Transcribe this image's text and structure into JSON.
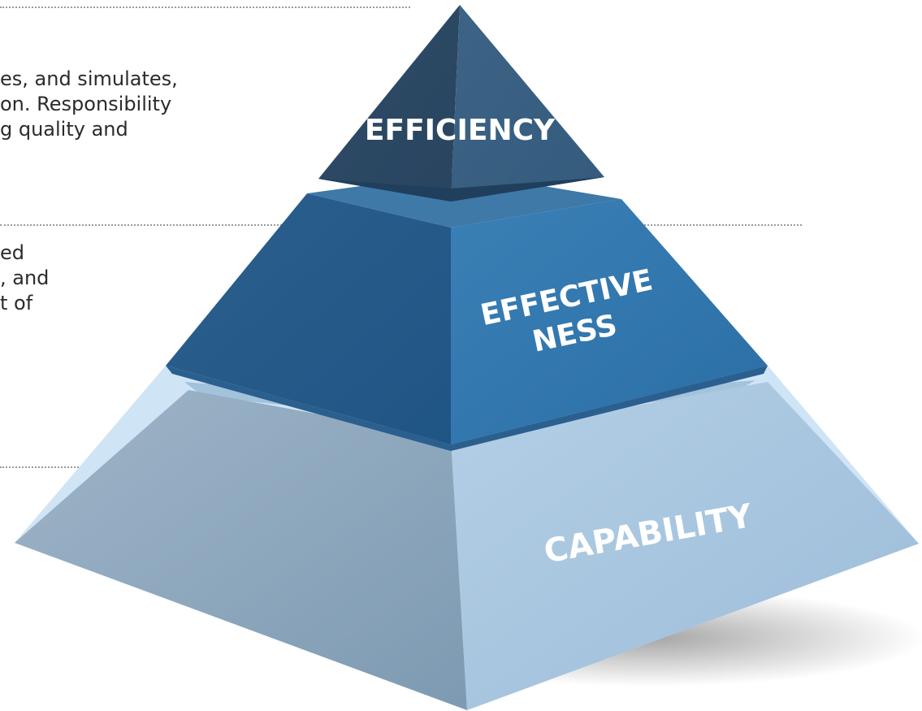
{
  "text_blocks": [
    {
      "lines": [
        "es, and simulates,",
        "on. Responsibility",
        "g quality and"
      ]
    },
    {
      "lines": [
        "ed",
        ", and",
        "t of"
      ]
    }
  ],
  "tiers": {
    "top": {
      "label": "EFFICIENCY",
      "color": "#2e4e6e"
    },
    "middle": {
      "label_line1": "EFFECTIVE",
      "label_line2": "NESS",
      "color": "#2a6aa0"
    },
    "bottom": {
      "label": "CAPABILITY",
      "color": "#97b5cf"
    }
  }
}
